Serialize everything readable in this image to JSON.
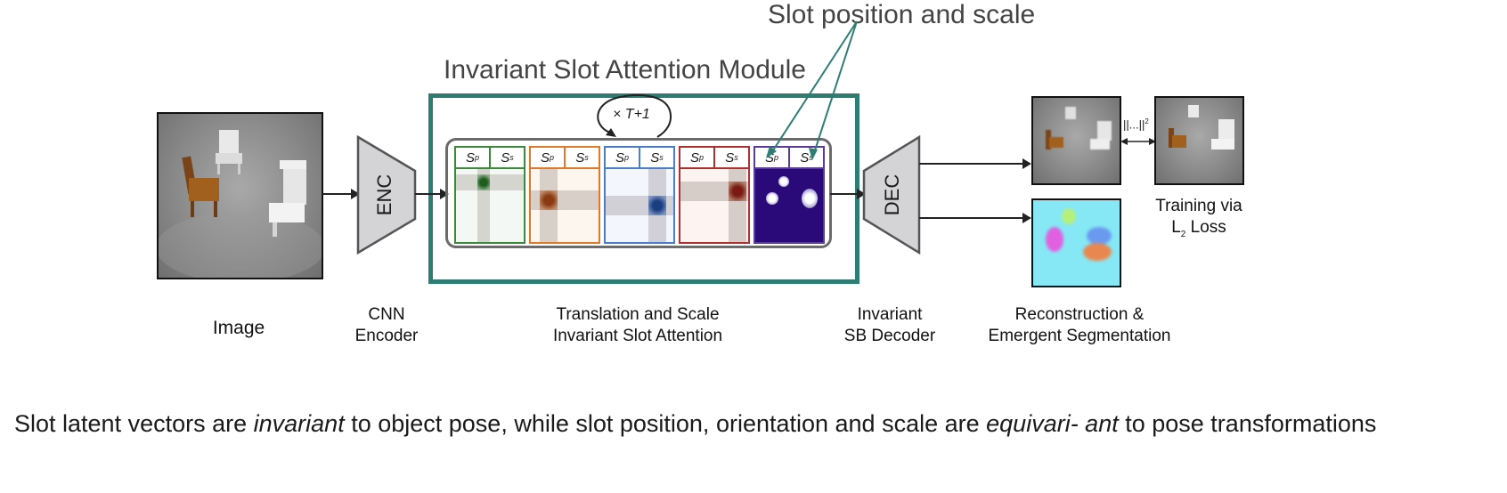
{
  "header_fragment": "",
  "callout": "Slot position and scale",
  "module_title": "Invariant Slot Attention Module",
  "loop_label": "× T+1",
  "enc_label": "ENC",
  "dec_label": "DEC",
  "slot_labels": {
    "pos": "S",
    "pos_sub": "p",
    "scale": "S",
    "scale_sub": "s"
  },
  "slot_colors": [
    "#3a8a3a",
    "#e07a2a",
    "#4a7ec8",
    "#b03030",
    "#5a3a9a"
  ],
  "loss_label": "||...||",
  "loss_sup": "2",
  "captions": {
    "image": "Image",
    "cnn_1": "CNN",
    "cnn_2": "Encoder",
    "tsisa_1": "Translation and Scale",
    "tsisa_2": "Invariant Slot Attention",
    "dec_1": "Invariant",
    "dec_2": "SB Decoder",
    "recon_1": "Reconstruction &",
    "recon_2": "Emergent Segmentation",
    "train_1": "Training via",
    "train_2a": "L",
    "train_2sub": "2",
    "train_2b": " Loss"
  },
  "bottom": {
    "p1": "Slot latent vectors are ",
    "i1": "invariant",
    "p2": " to object pose, while slot position, orientation and scale are ",
    "i2": "equivari- ant",
    "p3": " to pose transformations"
  }
}
